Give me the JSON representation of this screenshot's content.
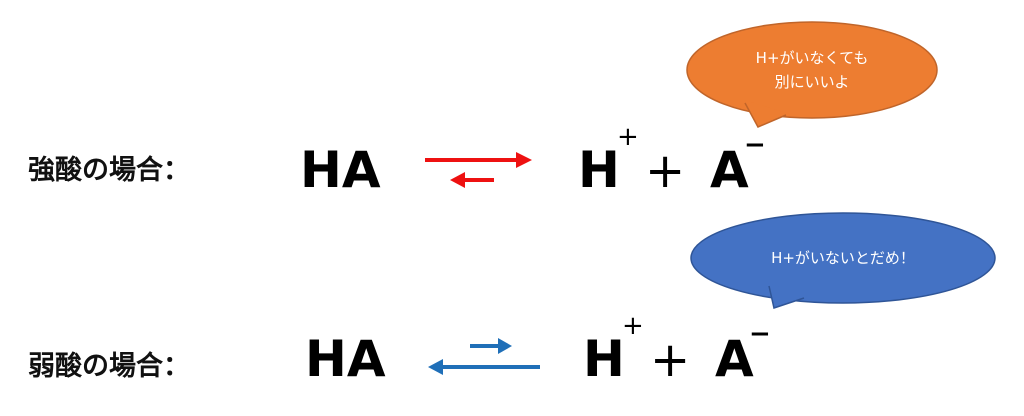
{
  "strong": {
    "label": "強酸の場合：",
    "reactant": "HA",
    "product_h": "H",
    "h_charge": "+",
    "plus_sign": "+",
    "product_a": "A",
    "a_charge": "−",
    "arrow_color": "#ee1111",
    "bubble": {
      "line1": "H+がいなくても",
      "line2": "別にいいよ",
      "color": "#ed7d31"
    }
  },
  "weak": {
    "label": "弱酸の場合：",
    "reactant": "HA",
    "product_h": "H",
    "h_charge": "+",
    "plus_sign": "+",
    "product_a": "A",
    "a_charge": "−",
    "arrow_color": "#1f6fb8",
    "bubble": {
      "line1": "H+がいないとだめ！",
      "color": "#4472c4"
    }
  }
}
